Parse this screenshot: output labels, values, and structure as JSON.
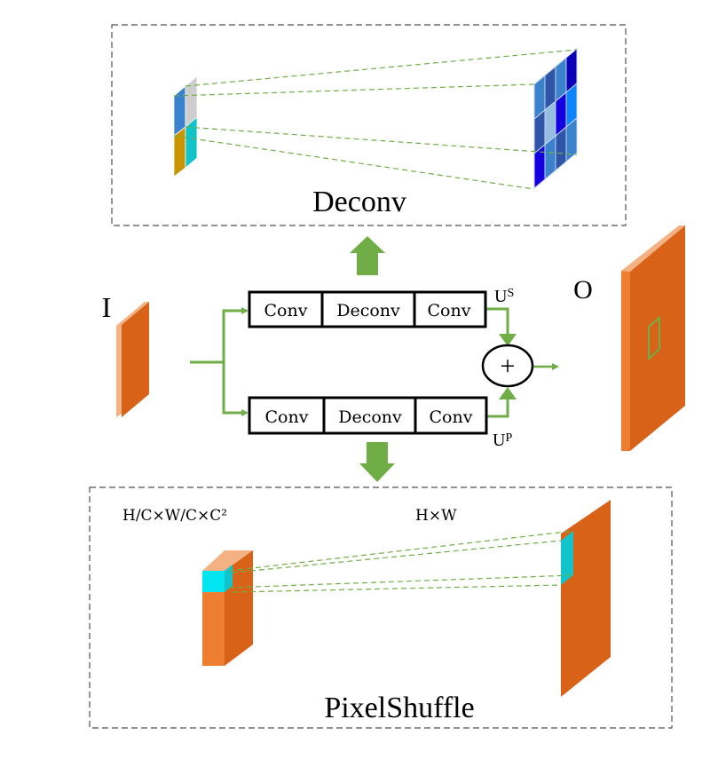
{
  "colors": {
    "green": "#70ad47",
    "orange_face": "#d86318",
    "orange_light": "#ed7d31",
    "orange_top": "#f4b183",
    "cyan": "#00e5f0",
    "cyan_dark": "#12c4c9",
    "dash_border": "#505050",
    "black": "#000000",
    "kernel": {
      "blue": "#3a82cc",
      "gray": "#cdcdcd",
      "gold": "#c99400",
      "teal": "#12c4c9"
    },
    "grid_cells": [
      [
        "#3a82cc",
        "#2f55a8",
        "#3a82cc",
        "#0a00b8"
      ],
      [
        "#2f55a8",
        "#95bde0",
        "#1400e0",
        "#0c84ff"
      ],
      [
        "#1400e0",
        "#3a82cc",
        "#2f55a8",
        "#3a82cc"
      ]
    ]
  },
  "labels": {
    "input": "I",
    "output": "O",
    "deconv_title": "Deconv",
    "pixelshuffle_title": "PixelShuffle",
    "us": "U",
    "us_sup": "S",
    "up": "U",
    "up_sup": "P",
    "plus": "+",
    "dim_left": "H/C×W/C×C²",
    "dim_right": "H×W"
  },
  "branches": [
    {
      "name": "upper",
      "blocks": [
        "Conv",
        "Deconv",
        "Conv"
      ]
    },
    {
      "name": "lower",
      "blocks": [
        "Conv",
        "Deconv",
        "Conv"
      ]
    }
  ]
}
